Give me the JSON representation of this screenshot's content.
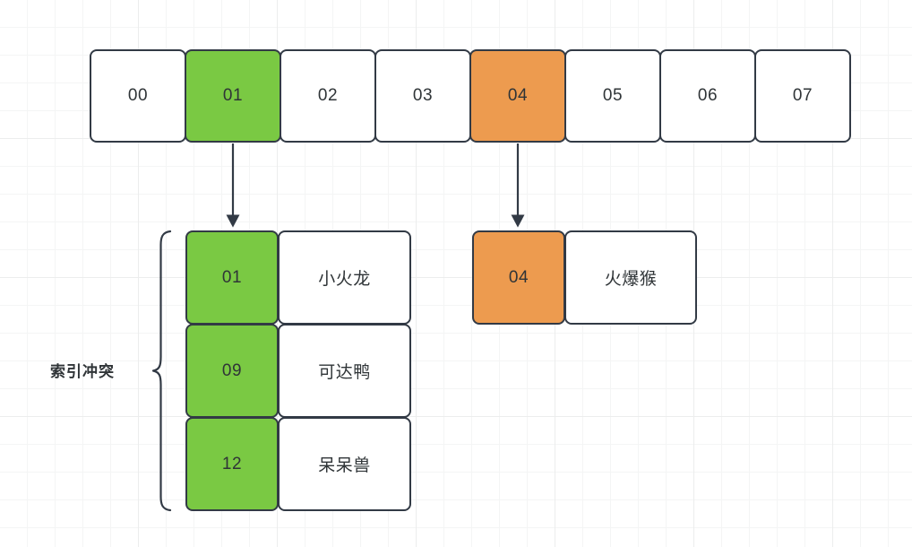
{
  "diagram": {
    "title": "hash-table-separate-chaining",
    "colors": {
      "green": "#7ac943",
      "orange": "#ed9b4f",
      "stroke": "#323a45",
      "text": "#2f3437",
      "background": "#ffffff",
      "grid_minor": "#f4f5f5",
      "grid_major": "#eceded"
    },
    "bucket_array": {
      "name": "hash-bucket-array",
      "cells": [
        {
          "label": "00",
          "fill": "white"
        },
        {
          "label": "01",
          "fill": "green"
        },
        {
          "label": "02",
          "fill": "white"
        },
        {
          "label": "03",
          "fill": "white"
        },
        {
          "label": "04",
          "fill": "orange"
        },
        {
          "label": "05",
          "fill": "white"
        },
        {
          "label": "06",
          "fill": "white"
        },
        {
          "label": "07",
          "fill": "white"
        }
      ]
    },
    "chains": [
      {
        "name": "green-chain",
        "fill": "green",
        "source_cell": "01",
        "nodes": [
          {
            "key": "01",
            "value": "小火龙"
          },
          {
            "key": "09",
            "value": "可达鸭"
          },
          {
            "key": "12",
            "value": "呆呆兽"
          }
        ]
      },
      {
        "name": "orange-chain",
        "fill": "orange",
        "source_cell": "04",
        "nodes": [
          {
            "key": "04",
            "value": "火爆猴"
          }
        ]
      }
    ],
    "annotation": {
      "label": "索引冲突",
      "brace": "curly-brace-left"
    }
  }
}
